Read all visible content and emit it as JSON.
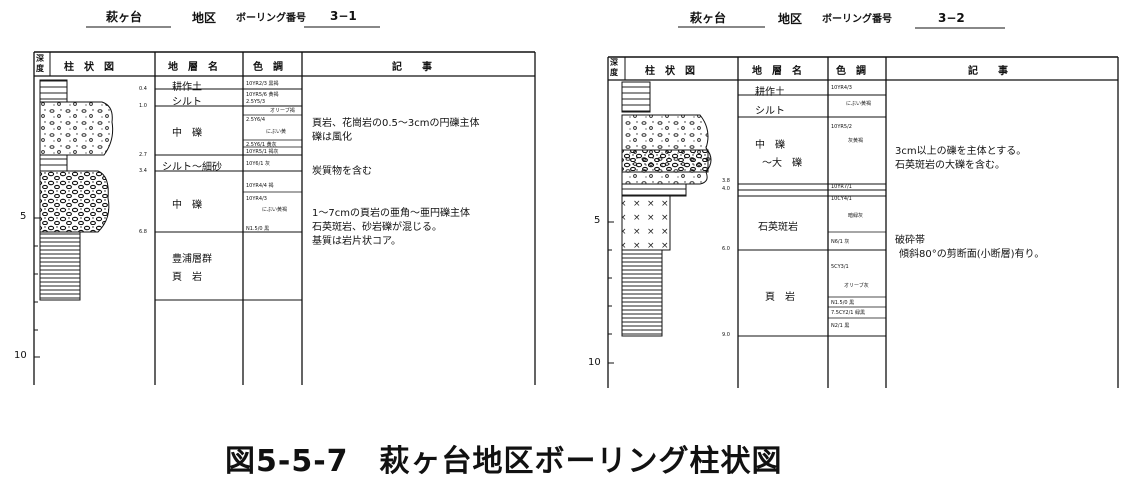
{
  "left": {
    "header": {
      "site": "萩ヶ台",
      "district": "地区",
      "boring_label": "ボーリング番号",
      "boring_no": "3−1"
    },
    "columns": {
      "depth": "深度",
      "columnar": "柱　状　図",
      "stratum": "地　層　名",
      "color": "色　調",
      "remarks": "記　　事"
    },
    "depth_ticks": [
      "5",
      "10"
    ],
    "depth_marks": [
      "0.4",
      "1.0",
      "2.7",
      "3.4",
      "6.8"
    ],
    "strata": [
      "耕作土",
      "シルト",
      "中　礫",
      "シルト〜細砂",
      "中　礫",
      "豊浦層群",
      "頁　岩"
    ],
    "colors": [
      "10YR2/3 黒褐",
      "10YR5/6 黄褐",
      "2.5Y5/3",
      "オリーブ褐",
      "2.5Y6/4",
      "にぶい黄",
      "2.5Y6/1 黄灰",
      "10YR5/1 褐灰",
      "10Y6/1 灰",
      "10YR4/4 褐",
      "10YR4/3",
      "にぶい黄褐",
      "N1.5/0 黒"
    ],
    "remarks": [
      "頁岩、花崗岩の0.5〜3cmの円礫主体",
      "礫は風化",
      "炭質物を含む",
      "1〜7cmの頁岩の亜角〜亜円礫主体",
      "石英斑岩、砂岩礫が混じる。",
      "基質は岩片状コア。"
    ]
  },
  "right": {
    "header": {
      "site": "萩ヶ台",
      "district": "地区",
      "boring_label": "ボーリング番号",
      "boring_no": "3−2"
    },
    "columns": {
      "depth": "深度",
      "columnar": "柱　状　図",
      "stratum": "地　層　名",
      "color": "色　調",
      "remarks": "記　　事"
    },
    "depth_ticks": [
      "5",
      "10"
    ],
    "depth_marks": [
      "3.8",
      "4.0",
      "6.0",
      "9.0"
    ],
    "strata": [
      "耕作土",
      "シルト",
      "中　礫",
      "〜大　礫",
      "石英斑岩",
      "頁　岩"
    ],
    "colors": [
      "10YR4/3",
      "にぶい黄褐",
      "10YR5/2",
      "灰黄褐",
      "10YR7/1",
      "10CY4/1",
      "暗緑灰",
      "N6/1 灰",
      "5CY3/1",
      "オリーブ灰",
      "N1.5/0 黒",
      "7.5CY2/1 緑黒",
      "N2/1 黒"
    ],
    "remarks": [
      "3cm以上の礫を主体とする。",
      "石英斑岩の大礫を含む。",
      "破砕帯",
      "傾斜80°の剪断面(小断層)有り。"
    ]
  },
  "caption": "図5-5-7　萩ヶ台地区ボーリング柱状図"
}
